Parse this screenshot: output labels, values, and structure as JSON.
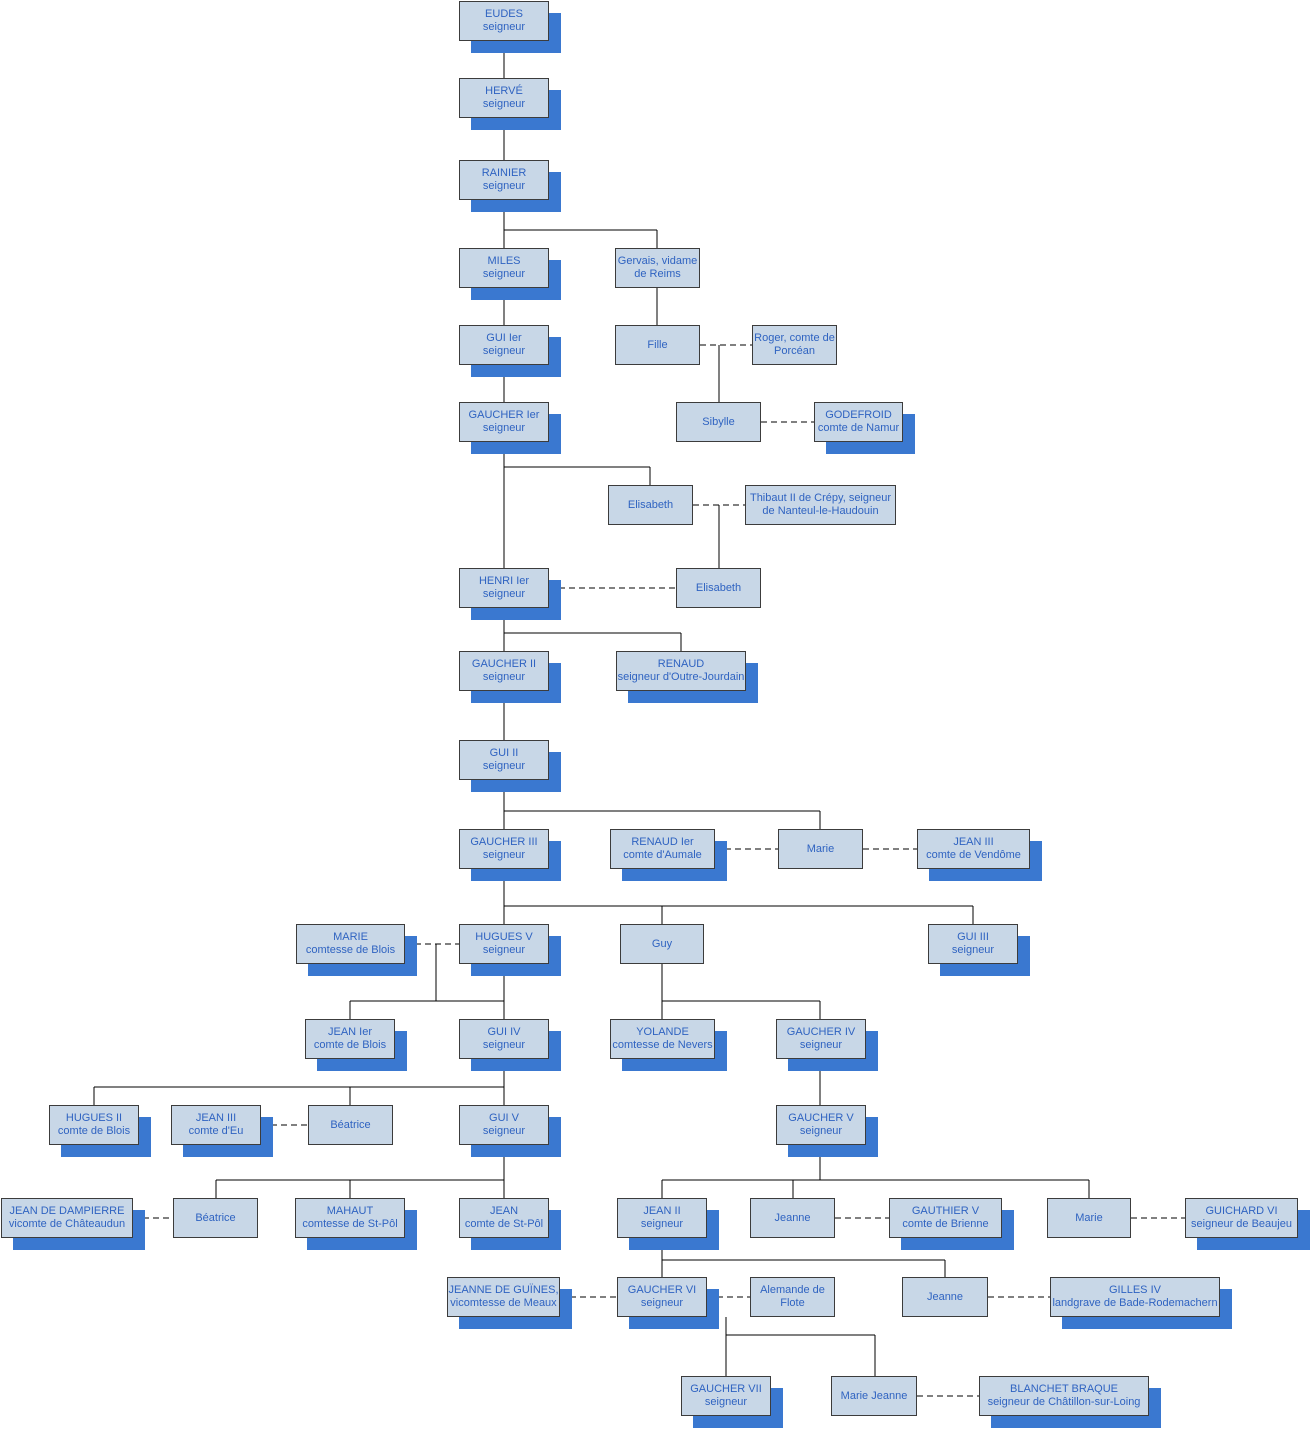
{
  "colors": {
    "box_fill": "#c8d7e7",
    "box_border": "#3c3c3c",
    "shadow": "#3a78d0",
    "text": "#2f63c1",
    "line": "#000000"
  },
  "persons": {
    "eudes": {
      "line1": "EUDES",
      "line2": "seigneur"
    },
    "herve": {
      "line1": "HERVÉ",
      "line2": "seigneur"
    },
    "rainier": {
      "line1": "RAINIER",
      "line2": "seigneur"
    },
    "miles": {
      "line1": "MILES",
      "line2": "seigneur"
    },
    "gervais": {
      "line1": "Gervais, vidame",
      "line2": "de Reims"
    },
    "gui1": {
      "line1": "GUI Ier",
      "line2": "seigneur"
    },
    "fille": {
      "line1": "Fille",
      "line2": ""
    },
    "roger": {
      "line1": "Roger, comte de",
      "line2": "Porcéan"
    },
    "sibylle": {
      "line1": "Sibylle",
      "line2": ""
    },
    "godefroid": {
      "line1": "GODEFROID",
      "line2": "comte de Namur"
    },
    "gaucher1": {
      "line1": "GAUCHER Ier",
      "line2": "seigneur"
    },
    "elisabeth1": {
      "line1": "Elisabeth",
      "line2": ""
    },
    "thibaut": {
      "line1": "Thibaut II de Crépy, seigneur",
      "line2": "de Nanteul-le-Haudouin"
    },
    "henri1": {
      "line1": "HENRI Ier",
      "line2": "seigneur"
    },
    "elisabeth2": {
      "line1": "Elisabeth",
      "line2": ""
    },
    "gaucher2": {
      "line1": "GAUCHER II",
      "line2": "seigneur"
    },
    "renaud": {
      "line1": "RENAUD",
      "line2": "seigneur d'Outre-Jourdain"
    },
    "gui2": {
      "line1": "GUI II",
      "line2": "seigneur"
    },
    "gaucher3": {
      "line1": "GAUCHER III",
      "line2": "seigneur"
    },
    "renaud1": {
      "line1": "RENAUD Ier",
      "line2": "comte d'Aumale"
    },
    "marie1": {
      "line1": "Marie",
      "line2": ""
    },
    "jean3v": {
      "line1": "JEAN III",
      "line2": "comte de Vendôme"
    },
    "marieb": {
      "line1": "MARIE",
      "line2": "comtesse de Blois"
    },
    "hugues5": {
      "line1": "HUGUES V",
      "line2": "seigneur"
    },
    "guy": {
      "line1": "Guy",
      "line2": ""
    },
    "gui3": {
      "line1": "GUI III",
      "line2": "seigneur"
    },
    "jean1b": {
      "line1": "JEAN Ier",
      "line2": "comte de Blois"
    },
    "gui4": {
      "line1": "GUI IV",
      "line2": "seigneur"
    },
    "yolande": {
      "line1": "YOLANDE",
      "line2": "comtesse de Nevers"
    },
    "gaucher4": {
      "line1": "GAUCHER IV",
      "line2": "seigneur"
    },
    "hugues2": {
      "line1": "HUGUES II",
      "line2": "comte de Blois"
    },
    "jean3e": {
      "line1": "JEAN III",
      "line2": "comte d'Eu"
    },
    "beatrice1": {
      "line1": "Béatrice",
      "line2": ""
    },
    "gui5": {
      "line1": "GUI V",
      "line2": "seigneur"
    },
    "gaucher5": {
      "line1": "GAUCHER V",
      "line2": "seigneur"
    },
    "jeandamp": {
      "line1": "JEAN DE DAMPIERRE",
      "line2": "vicomte de Châteaudun"
    },
    "beatrice2": {
      "line1": "Béatrice",
      "line2": ""
    },
    "mahaut": {
      "line1": "MAHAUT",
      "line2": "comtesse de St-Pôl"
    },
    "jeanstpol": {
      "line1": "JEAN",
      "line2": "comte de St-Pôl"
    },
    "jean2": {
      "line1": "JEAN II",
      "line2": "seigneur"
    },
    "jeanne1": {
      "line1": "Jeanne",
      "line2": ""
    },
    "gauthier5": {
      "line1": "GAUTHIER V",
      "line2": "comte de Brienne"
    },
    "marie2": {
      "line1": "Marie",
      "line2": ""
    },
    "guichard": {
      "line1": "GUICHARD VI",
      "line2": "seigneur de Beaujeu"
    },
    "jeanneguines": {
      "line1": "JEANNE DE GUÏNES,",
      "line2": "vicomtesse de Meaux"
    },
    "gaucher6": {
      "line1": "GAUCHER VI",
      "line2": "seigneur"
    },
    "alemande": {
      "line1": "Alemande de",
      "line2": "Flote"
    },
    "jeanne2": {
      "line1": "Jeanne",
      "line2": ""
    },
    "gilles": {
      "line1": "GILLES IV",
      "line2": "landgrave de Bade-Rodemachern"
    },
    "gaucher7": {
      "line1": "GAUCHER VII",
      "line2": "seigneur"
    },
    "mariejeanne": {
      "line1": "Marie Jeanne",
      "line2": ""
    },
    "blanchet": {
      "line1": "BLANCHET BRAQUE",
      "line2": "seigneur de Châtillon-sur-Loing"
    }
  }
}
